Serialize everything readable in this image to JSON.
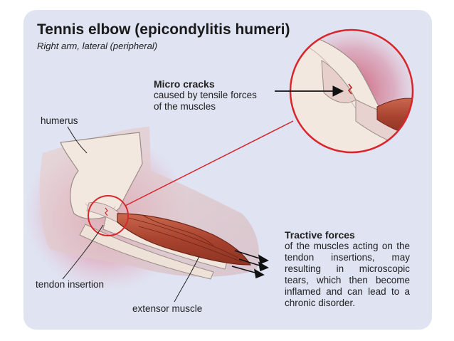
{
  "title": "Tennis elbow (epicondylitis humeri)",
  "subtitle": "Right arm, lateral (peripheral)",
  "labels": {
    "humerus": "humerus",
    "tendon_insertion": "tendon insertion",
    "extensor_muscle": "extensor muscle"
  },
  "callouts": {
    "micro_cracks": {
      "heading": "Micro cracks",
      "lines": [
        "caused by tensile forces",
        "of the muscles"
      ]
    },
    "tractive_forces": {
      "heading": "Tractive forces",
      "description": "of the muscles acting on the tendon insertions, may resulting in microscopic tears, which then become inflamed and can lead to a chronic disorder."
    }
  },
  "colors": {
    "panel": "#dfe3f2",
    "bone": "#f3e8df",
    "muscle": "#b5523c",
    "inflammation": "#d06a78",
    "highlight_circle": "#d9262c"
  }
}
